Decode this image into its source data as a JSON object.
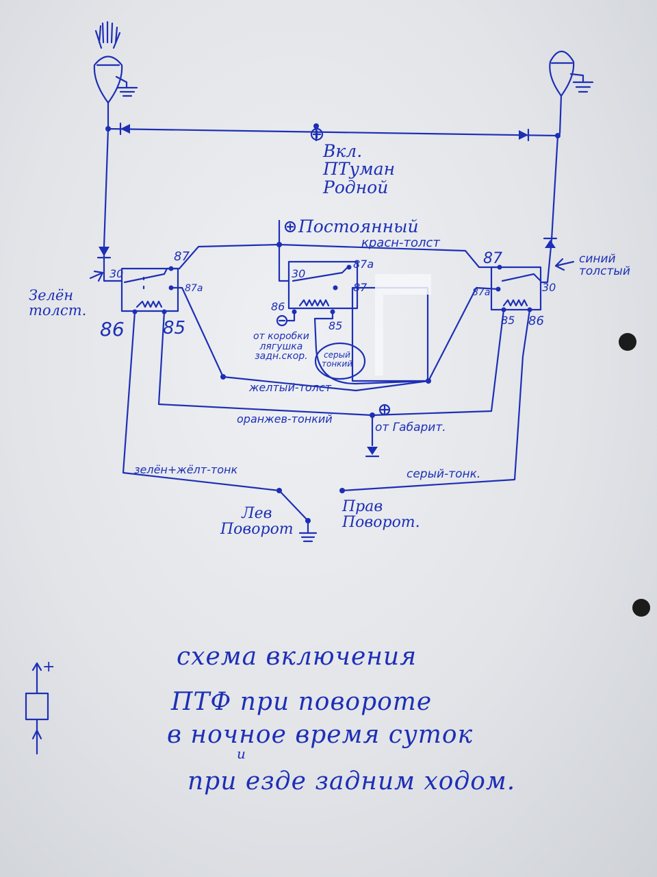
{
  "power": {
    "fog_switch": "Вкл.\nПТуман\nРодной",
    "constant": "Постоянный",
    "red_thick": "красн-толст",
    "from_sidelights": "от Габарит."
  },
  "relay_terminals": {
    "t30": "30",
    "t87": "87",
    "t87a": "87a",
    "t86": "86",
    "t85": "85"
  },
  "wires": {
    "green_thick": "Зелён\nтолст.",
    "blue_thick": "синий\nтолстый",
    "yellow_thick": "желтый-толст",
    "orange_thin": "оранжев-тонкий",
    "green_yellow_thin": "зелён+жёлт-тонк",
    "grey_thin": "серый-тонк.",
    "reverse_switch": "от коробки\nлягушка\nзадн.скор.",
    "grey_circled": "серый\nтонкий"
  },
  "turn_signals": {
    "left": "Лев\nПоворот",
    "right": "Прав\nПоворот."
  },
  "symbols": {
    "plus": "+",
    "minus": "−",
    "lamp_icon": "fog-lamp-icon",
    "ground_icon": "ground-icon",
    "diode_icon": "diode-icon"
  },
  "legend": {
    "plus": "+"
  },
  "caption": {
    "line1": "схема включения",
    "line2": "ПТФ при повороте",
    "line3": "в ночное время суток",
    "line4": "и",
    "line5": "при езде задним ходом."
  },
  "colors": {
    "ink": "#1d2fb5",
    "paper": "#e6e8ec"
  }
}
